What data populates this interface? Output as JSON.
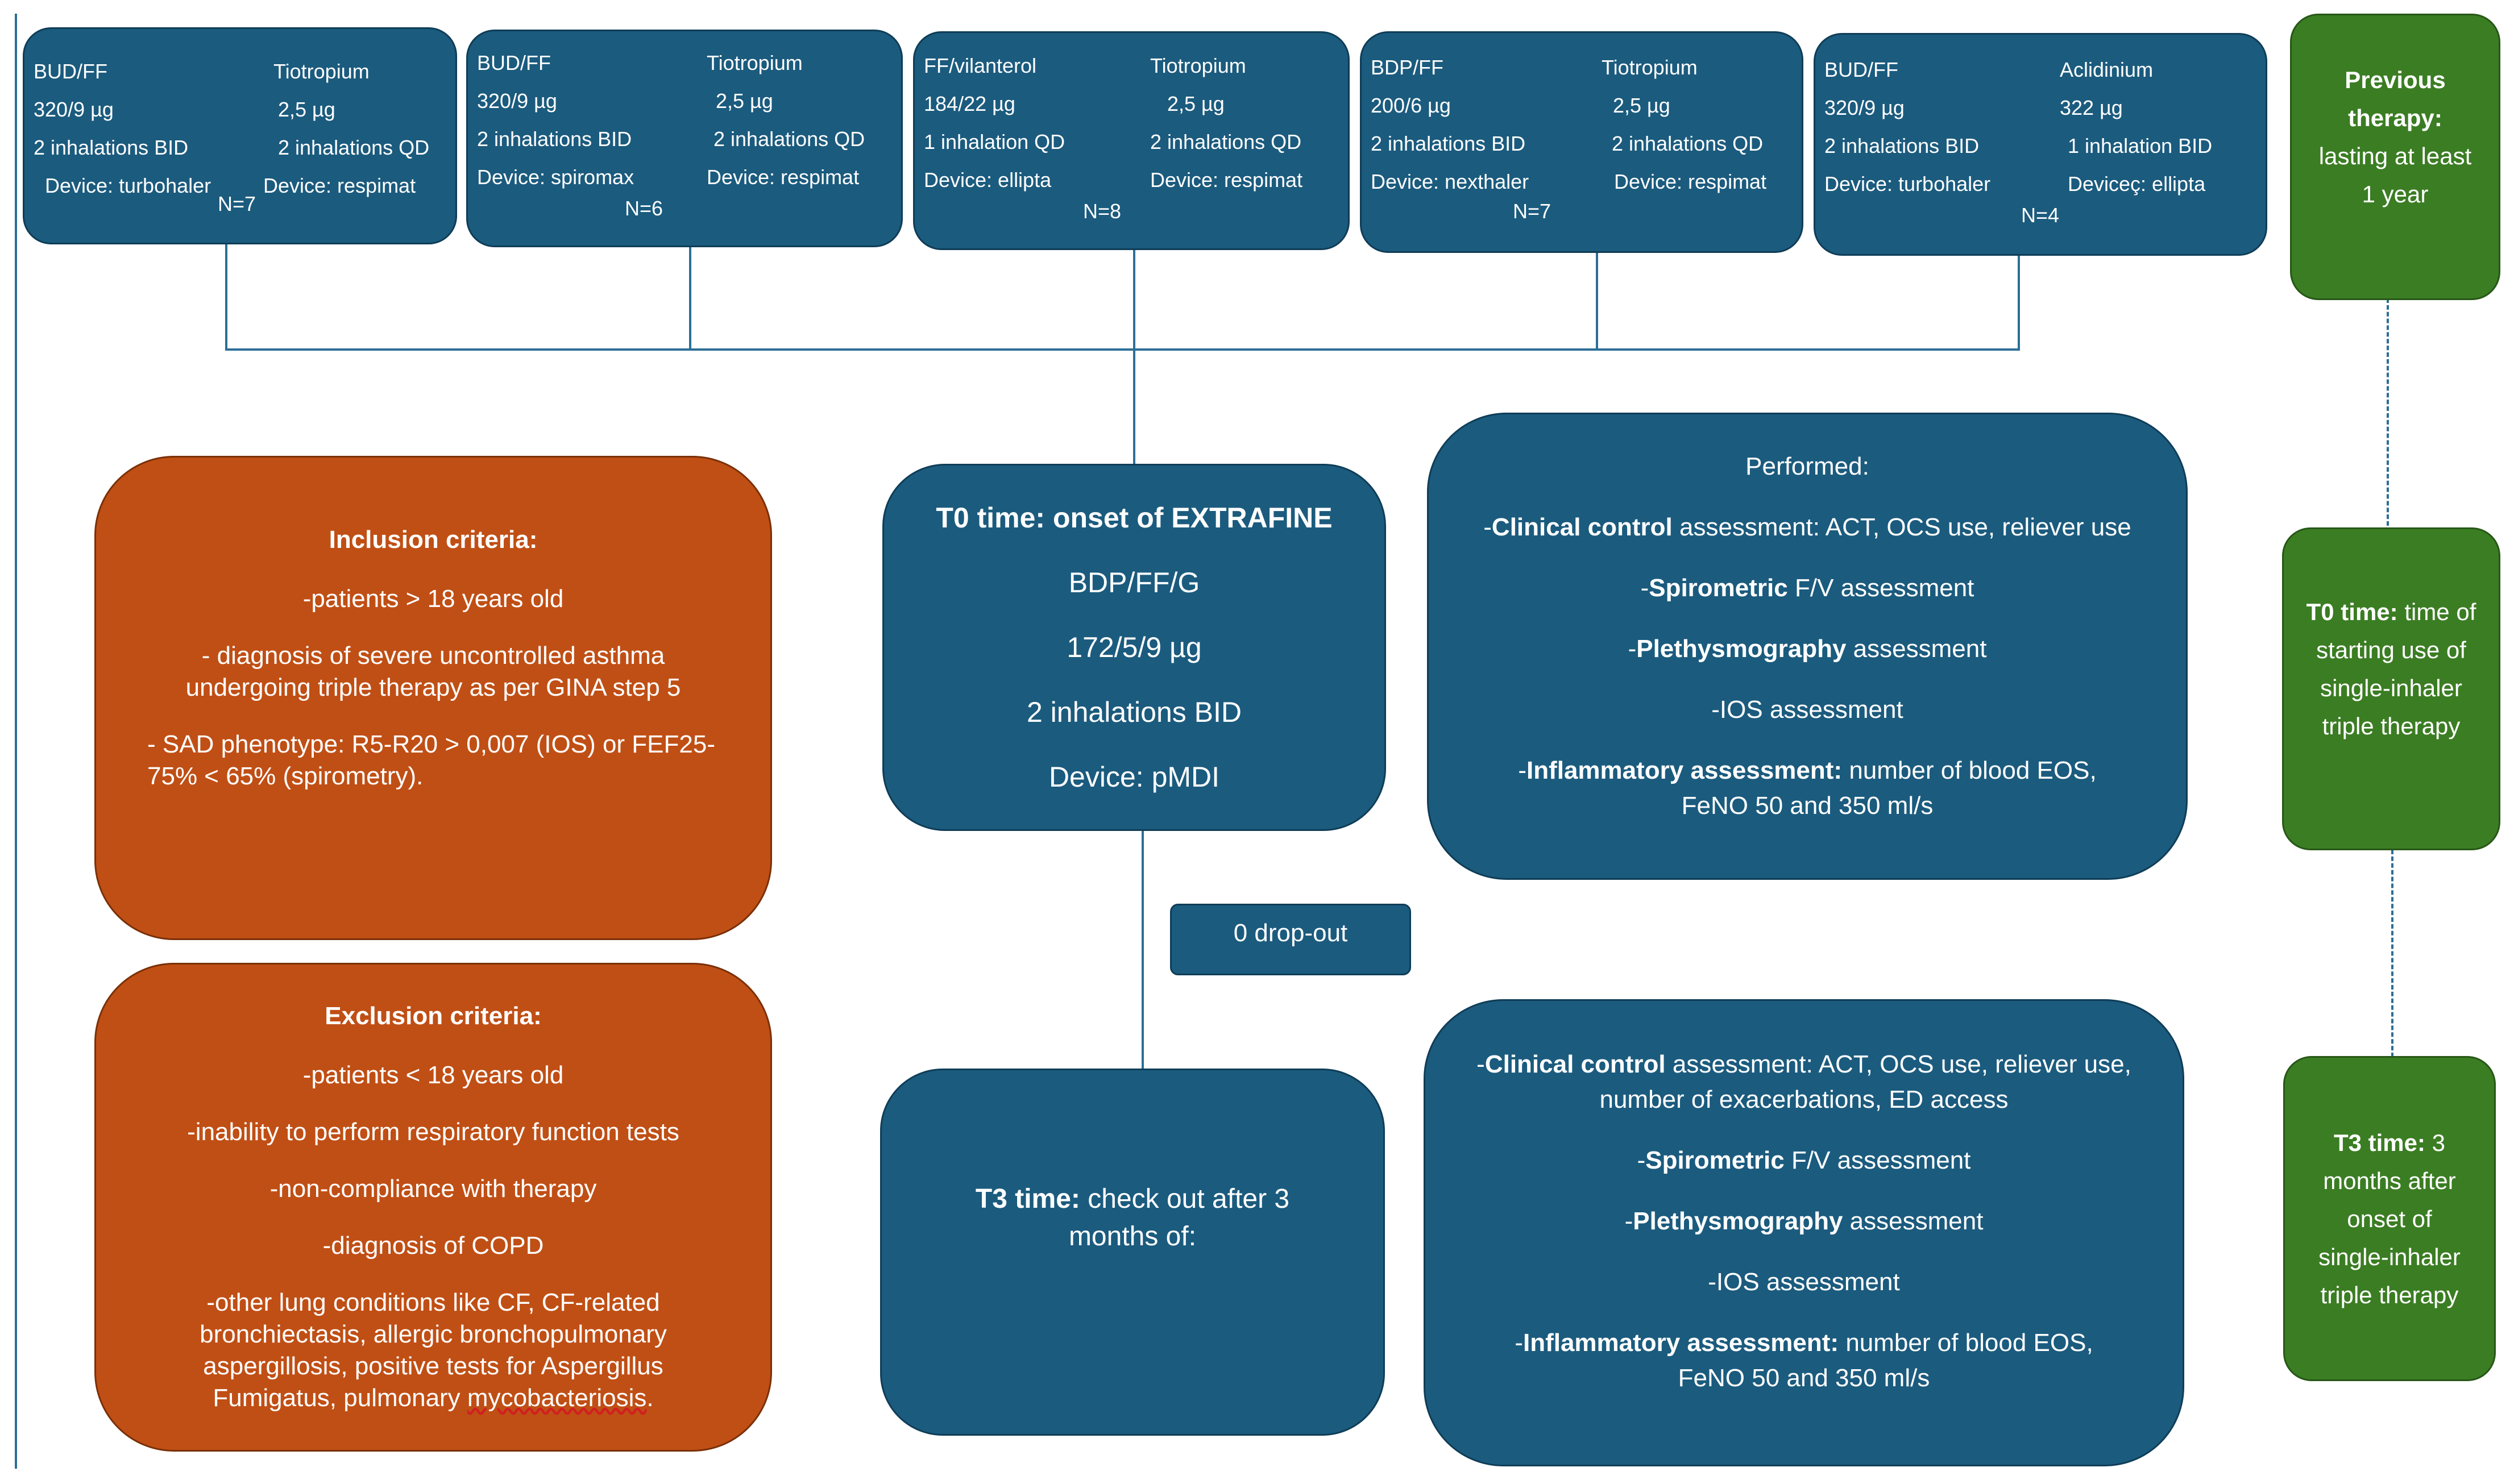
{
  "therapies": [
    {
      "ics": {
        "drug": "BUD/FF",
        "dose": "320/9 µg",
        "regimen": "2 inhalations BID",
        "device": "Device: turbohaler"
      },
      "lama": {
        "drug": "Tiotropium",
        "dose": "2,5 µg",
        "regimen": "2 inhalations QD",
        "device": "Device: respimat"
      },
      "n": "N=7"
    },
    {
      "ics": {
        "drug": "BUD/FF",
        "dose": "320/9 µg",
        "regimen": "2 inhalations BID",
        "device": "Device: spiromax"
      },
      "lama": {
        "drug": "Tiotropium",
        "dose": "2,5 µg",
        "regimen": "2 inhalations QD",
        "device": "Device: respimat"
      },
      "n": "N=6"
    },
    {
      "ics": {
        "drug": "FF/vilanterol",
        "dose": "184/22 µg",
        "regimen": "1 inhalation QD",
        "device": "Device: ellipta"
      },
      "lama": {
        "drug": "Tiotropium",
        "dose": "2,5 µg",
        "regimen": "2 inhalations QD",
        "device": "Device: respimat"
      },
      "n": "N=8"
    },
    {
      "ics": {
        "drug": "BDP/FF",
        "dose": "200/6 µg",
        "regimen": "2 inhalations BID",
        "device": "Device: nexthaler"
      },
      "lama": {
        "drug": "Tiotropium",
        "dose": "2,5 µg",
        "regimen": "2 inhalations QD",
        "device": "Device: respimat"
      },
      "n": "N=7"
    },
    {
      "ics": {
        "drug": "BUD/FF",
        "dose": "320/9 µg",
        "regimen": "2 inhalations BID",
        "device": "Device: turbohaler"
      },
      "lama": {
        "drug": "Aclidinium",
        "dose": "322 µg",
        "regimen": "1 inhalation BID",
        "device": "Deviceç: ellipta"
      },
      "n": "N=4"
    }
  ],
  "inclusion": {
    "title": "Inclusion criteria:",
    "items": [
      "-patients > 18 years old",
      "- diagnosis of severe uncontrolled asthma undergoing triple therapy as per GINA step 5",
      "- SAD phenotype: R5-R20 > 0,007 (IOS) or FEF25-75% < 65% (spirometry)."
    ]
  },
  "exclusion": {
    "title": "Exclusion criteria:",
    "items": [
      "-patients < 18 years old",
      "-inability to perform respiratory function tests",
      "-non-compliance with therapy",
      "-diagnosis of COPD"
    ],
    "last_item_pre": "-other lung conditions like CF, CF-related bronchiectasis, allergic bronchopulmonary aspergillosis, positive tests for Aspergillus Fumigatus, pulmonary ",
    "last_item_wavy": "mycobacteriosis",
    "last_item_post": "."
  },
  "t0": {
    "title": "T0 time: onset of EXTRAFINE",
    "drug": "BDP/FF/G",
    "dose": "172/5/9 µg",
    "regimen": "2 inhalations BID",
    "device": "Device: pMDI"
  },
  "dropout": "0 drop-out",
  "t3": {
    "label_bold": "T3 time:",
    "label_rest": " check out after 3 months of:"
  },
  "performed": {
    "heading": "Performed:",
    "clinical_bold": "Clinical control",
    "clinical_rest": " assessment: ACT, OCS use, reliever use",
    "spiro_bold": "Spirometric",
    "spiro_rest": " F/V assessment",
    "pleth_bold": "Plethysmography",
    "pleth_rest": " assessment",
    "ios": "-IOS assessment",
    "inflam_bold": "Inflammatory assessment:",
    "inflam_rest": " number of blood EOS, FeNO 50  and 350 ml/s"
  },
  "t3_assess": {
    "clinical_bold": "Clinical control",
    "clinical_rest": " assessment: ACT, OCS use, reliever use, number of exacerbations, ED access",
    "spiro_bold": "Spirometric",
    "spiro_rest": " F/V assessment",
    "pleth_bold": "Plethysmography",
    "pleth_rest": " assessment",
    "ios": "-IOS assessment",
    "inflam_bold": "Inflammatory assessment:",
    "inflam_rest": " number of blood EOS, FeNO 50  and 350 ml/s"
  },
  "timeline": {
    "prev_bold": "Previous therapy:",
    "prev_rest": " lasting at least 1 year",
    "t0_bold": "T0 time:",
    "t0_rest": " time of starting use of single-inhaler triple therapy",
    "t3_bold": "T3 time:",
    "t3_rest": " 3 months after onset of single-inhaler triple therapy"
  },
  "colors": {
    "blue": "#1b5b7e",
    "orange": "#c04f15",
    "green": "#3b7d23",
    "connector": "#2c6f96"
  }
}
